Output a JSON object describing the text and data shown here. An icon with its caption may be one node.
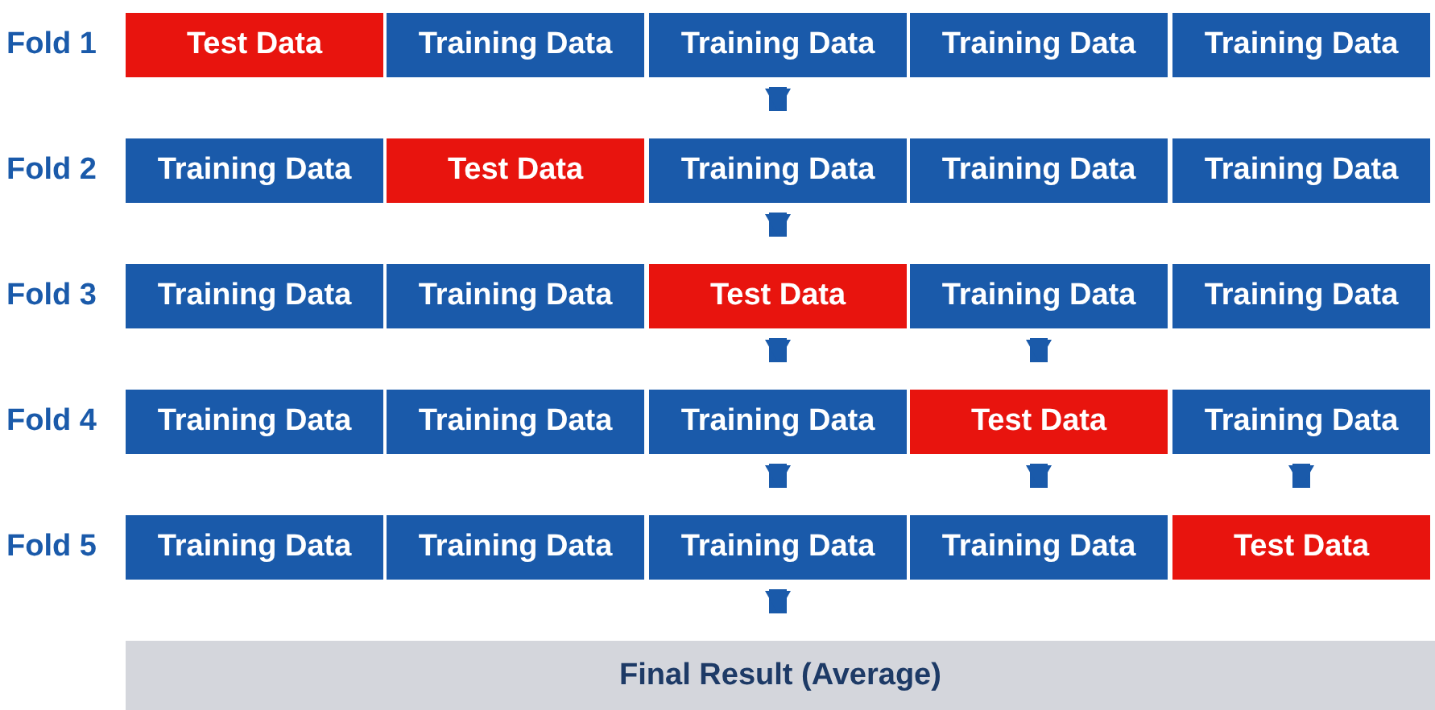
{
  "diagram": {
    "nodes": [
      {
        "text": [
          "Test Data"
        ]
      },
      {
        "text": [
          "Training Data"
        ]
      },
      {
        "text": [
          "Training Data"
        ]
      },
      {
        "text": [
          "Training Data"
        ]
      },
      {
        "text": [
          "Training Data"
        ]
      },
      {
        "text": [
          "Training Data"
        ]
      },
      {
        "text": [
          "Test Data"
        ]
      },
      {
        "text": [
          "Training Data"
        ]
      },
      {
        "text": [
          "Training Data"
        ]
      },
      {
        "text": [
          "Training Data"
        ]
      },
      {
        "text": [
          "Training Data"
        ]
      },
      {
        "text": [
          "Training Data"
        ]
      },
      {
        "text": [
          "Test Data"
        ]
      },
      {
        "text": [
          "Training Data"
        ]
      },
      {
        "text": [
          "Training Data"
        ]
      },
      {
        "text": [
          "Training Data"
        ]
      },
      {
        "text": [
          "Training Data"
        ]
      },
      {
        "text": [
          "Training Data"
        ]
      },
      {
        "text": [
          "Test Data"
        ]
      },
      {
        "text": [
          "Training Data"
        ]
      },
      {
        "text": [
          "Training Data"
        ]
      },
      {
        "text": [
          "Training Data"
        ]
      },
      {
        "text": [
          "Training Data"
        ]
      },
      {
        "text": [
          "Training Data"
        ]
      },
      {
        "text": [
          "Test Data"
        ]
      },
      {
        "text": [
          "Final Result (Average)"
        ]
      }
    ],
    "edges": [
      {
        "from": 2,
        "to": 7,
        "arrow": "to"
      },
      {
        "from": 7,
        "to": 12,
        "arrow": "to"
      },
      {
        "from": 12,
        "to": 17,
        "arrow": "to"
      },
      {
        "from": 13,
        "to": 18,
        "arrow": "to"
      },
      {
        "from": 17,
        "to": 22,
        "arrow": "to"
      },
      {
        "from": 18,
        "to": 23,
        "arrow": "to"
      },
      {
        "from": 19,
        "to": 24,
        "arrow": "to"
      },
      {
        "from": 22,
        "to": 25,
        "arrow": "to"
      }
    ],
    "labels": [
      "Fold 1",
      "Fold 2",
      "Fold 3",
      "Fold 4",
      "Fold 5"
    ]
  }
}
